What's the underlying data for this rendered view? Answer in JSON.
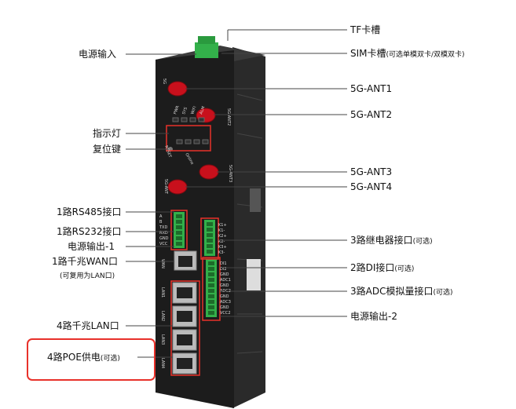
{
  "left_labels": {
    "power_input": "电源输入",
    "indicator": "指示灯",
    "reset": "复位键",
    "rs485": "1路RS485接口",
    "rs232": "1路RS232接口",
    "power_out1": "电源输出-1",
    "wan": "1路千兆WAN口",
    "wan_note": "(可复用为LAN口)",
    "lan": "4路千兆LAN口",
    "poe_main": "4路POE供电",
    "poe_note": "(可选)"
  },
  "right_labels": {
    "tf": "TF卡槽",
    "sim_main": "SIM卡槽",
    "sim_note": "(可选单模双卡/双模双卡)",
    "ant1": "5G-ANT1",
    "ant2": "5G-ANT2",
    "ant3": "5G-ANT3",
    "ant4": "5G-ANT4",
    "relay_main": "3路继电器接口",
    "relay_note": "(可选)",
    "di_main": "2路DI接口",
    "di_note": "(可选)",
    "adc_main": "3路ADC模拟量接口",
    "adc_note": "(可选)",
    "power_out2": "电源输出-2"
  },
  "device": {
    "led_labels": [
      "PWR",
      "SYS",
      "WIFI",
      "ALM"
    ],
    "online_label": "Online",
    "reset_label": "RESET",
    "port_left": [
      "A",
      "B",
      "TXD",
      "RXD",
      "GND",
      "VCC"
    ],
    "port_right": [
      "K1+",
      "K1-",
      "K2+",
      "K2-",
      "K3+",
      "K3-"
    ],
    "di_labels": [
      "DI1",
      "DI2",
      "GND",
      "ADC1",
      "GND",
      "ADC2",
      "GND",
      "ADC3",
      "GND",
      "VCC2"
    ],
    "wan_label": "WAN",
    "lan_labels": [
      "LAN1",
      "LAN2",
      "LAN3",
      "LAN4"
    ],
    "ant_labels": [
      "5G",
      "5G-ANT2",
      "5G-ANT3",
      "5G-ANT"
    ]
  },
  "colors": {
    "accent_red": "#e8312a",
    "device_body": "#1e1e1e",
    "terminal_green": "#33b04a",
    "antenna_red": "#c8101c"
  }
}
